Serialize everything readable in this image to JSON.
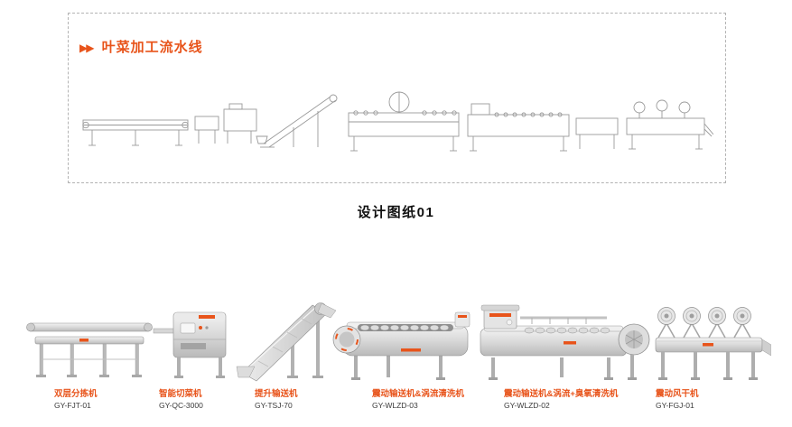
{
  "colors": {
    "accent": "#e8541b",
    "line_drawing_stroke": "#9a9a9a",
    "panel_border": "#b3b3b3"
  },
  "panel": {
    "arrow_icon": "▶▶",
    "title": "叶菜加工流水线"
  },
  "caption": "设计图纸01",
  "machines": [
    {
      "name": "双层分拣机",
      "model": "GY-FJT-01"
    },
    {
      "name": "智能切菜机",
      "model": "GY-QC-3000"
    },
    {
      "name": "提升输送机",
      "model": "GY-TSJ-70"
    },
    {
      "name": "震动输送机&涡流清洗机",
      "model": "GY-WLZD-03"
    },
    {
      "name": "震动输送机&涡流+臭氧清洗机",
      "model": "GY-WLZD-02"
    },
    {
      "name": "震动风干机",
      "model": "GY-FGJ-01"
    }
  ]
}
